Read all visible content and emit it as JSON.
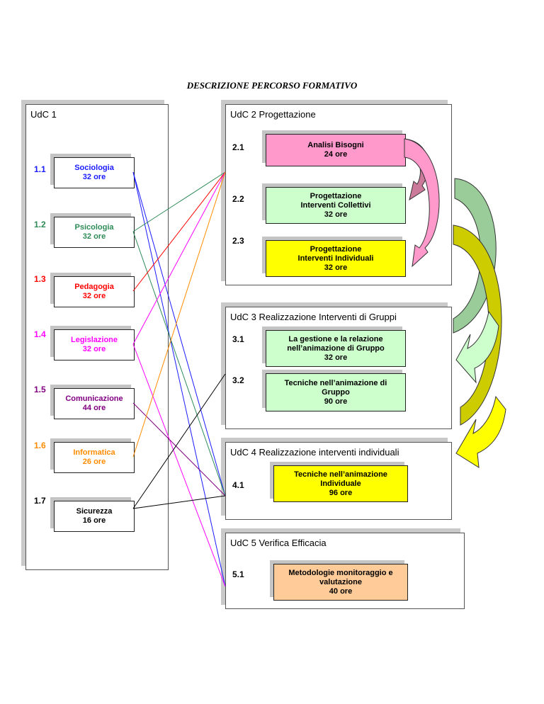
{
  "title": "DESCRIZIONE PERCORSO FORMATIVO",
  "udc1": {
    "title": "UdC 1",
    "modules": [
      {
        "num": "1.1",
        "name": "Sociologia",
        "hours": "32 ore",
        "color": "#1a1aff"
      },
      {
        "num": "1.2",
        "name": "Psicologia",
        "hours": "32 ore",
        "color": "#2e8b57"
      },
      {
        "num": "1.3",
        "name": "Pedagogia",
        "hours": "32 ore",
        "color": "#ff0000"
      },
      {
        "num": "1.4",
        "name": "Legislazione",
        "hours": "32 ore",
        "color": "#ff00ff"
      },
      {
        "num": "1.5",
        "name": "Comunicazione",
        "hours": "44 ore",
        "color": "#800080"
      },
      {
        "num": "1.6",
        "name": "Informatica",
        "hours": "26 ore",
        "color": "#ff8c00"
      },
      {
        "num": "1.7",
        "name": "Sicurezza",
        "hours": "16 ore",
        "color": "#000000"
      }
    ]
  },
  "udc2": {
    "title": "UdC 2 Progettazione",
    "items": [
      {
        "num": "2.1",
        "label": "Analisi Bisogni\n24 ore",
        "color": "#ff99cc"
      },
      {
        "num": "2.2",
        "label": "Progettazione\nInterventi Collettivi\n32 ore",
        "color": "#ccffcc"
      },
      {
        "num": "2.3",
        "label": "Progettazione\nInterventi Individuali\n32 ore",
        "color": "#ffff00"
      }
    ]
  },
  "udc3": {
    "title": "UdC 3 Realizzazione Interventi di Gruppi",
    "items": [
      {
        "num": "3.1",
        "label": "La gestione e la relazione\nnell’animazione di Gruppo\n32 ore",
        "color": "#ccffcc"
      },
      {
        "num": "3.2",
        "label": "Tecniche nell’animazione di\nGruppo\n90 ore",
        "color": "#ccffcc"
      }
    ]
  },
  "udc4": {
    "title": "UdC 4 Realizzazione interventi individuali",
    "items": [
      {
        "num": "4.1",
        "label": "Tecniche nell’animazione\nIndividuale\n96 ore",
        "color": "#ffff00"
      }
    ]
  },
  "udc5": {
    "title": "UdC 5 Verifica Efficacia",
    "items": [
      {
        "num": "5.1",
        "label": "Metodologie monitoraggio e\nvalutazione\n40 ore",
        "color": "#ffcc99"
      }
    ]
  },
  "connector_colors": {
    "curved_arrow_pink": "#cc7a9a",
    "green_arc": "#99cc99",
    "olive_arc": "#cccc00",
    "light_green_arrow": "#ccffcc",
    "yellow_arrow": "#ffff00"
  }
}
